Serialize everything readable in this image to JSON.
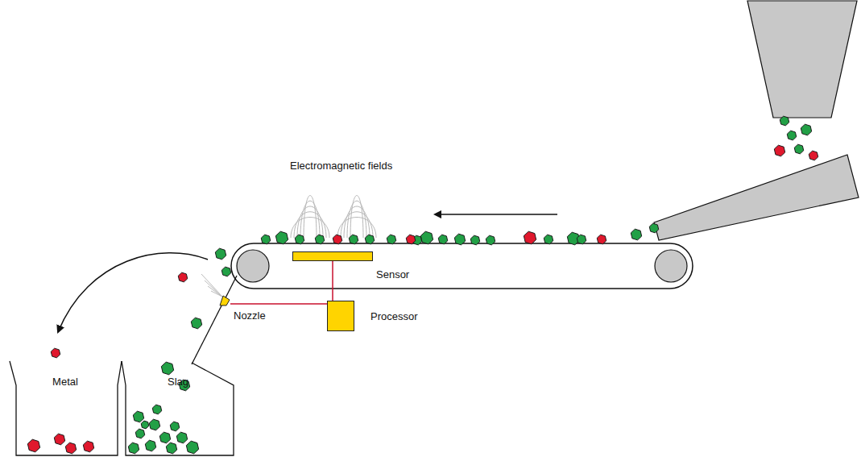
{
  "diagram": {
    "nodes": [
      {
        "text": [
          "Sensor"
        ]
      },
      {
        "text": [
          "Processor"
        ]
      },
      {
        "text": [
          "Nozzle"
        ]
      },
      {
        "text": [
          "Metal"
        ]
      },
      {
        "text": [
          "Slag"
        ]
      }
    ],
    "edges": [
      {
        "from": 0,
        "to": 1,
        "arrow": "none"
      },
      {
        "from": 1,
        "to": 2,
        "arrow": "none"
      }
    ],
    "labels": [
      "Electromagnetic fields"
    ]
  }
}
